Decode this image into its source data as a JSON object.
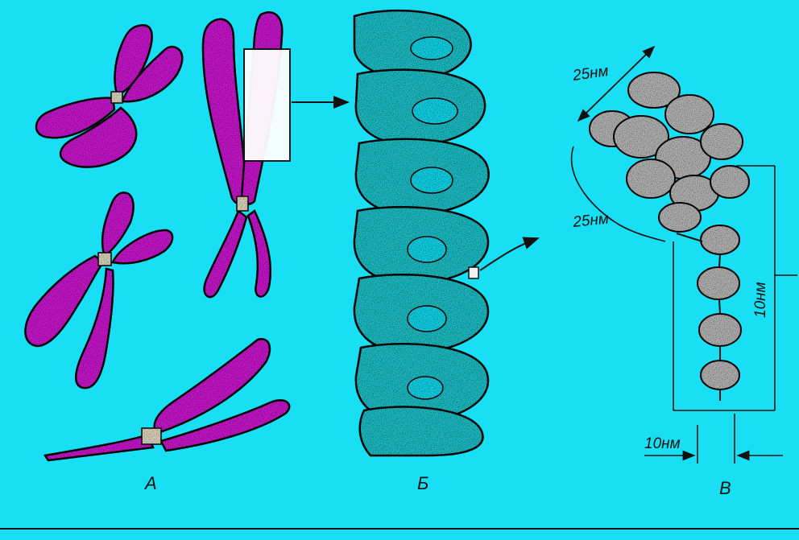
{
  "panel_labels": {
    "a": "А",
    "b": "Б",
    "c": "В"
  },
  "scale_labels": {
    "fiber_width": "25нм",
    "nucleosome_height": "25нм",
    "linker_length": "10нм",
    "chain_width": "10нм"
  },
  "colors": {
    "background": "#18dff4",
    "chromosome": "#d21ad6",
    "coil": "#22c7cf",
    "nucleosome": "#bdbdbd",
    "ink": "#111111"
  }
}
